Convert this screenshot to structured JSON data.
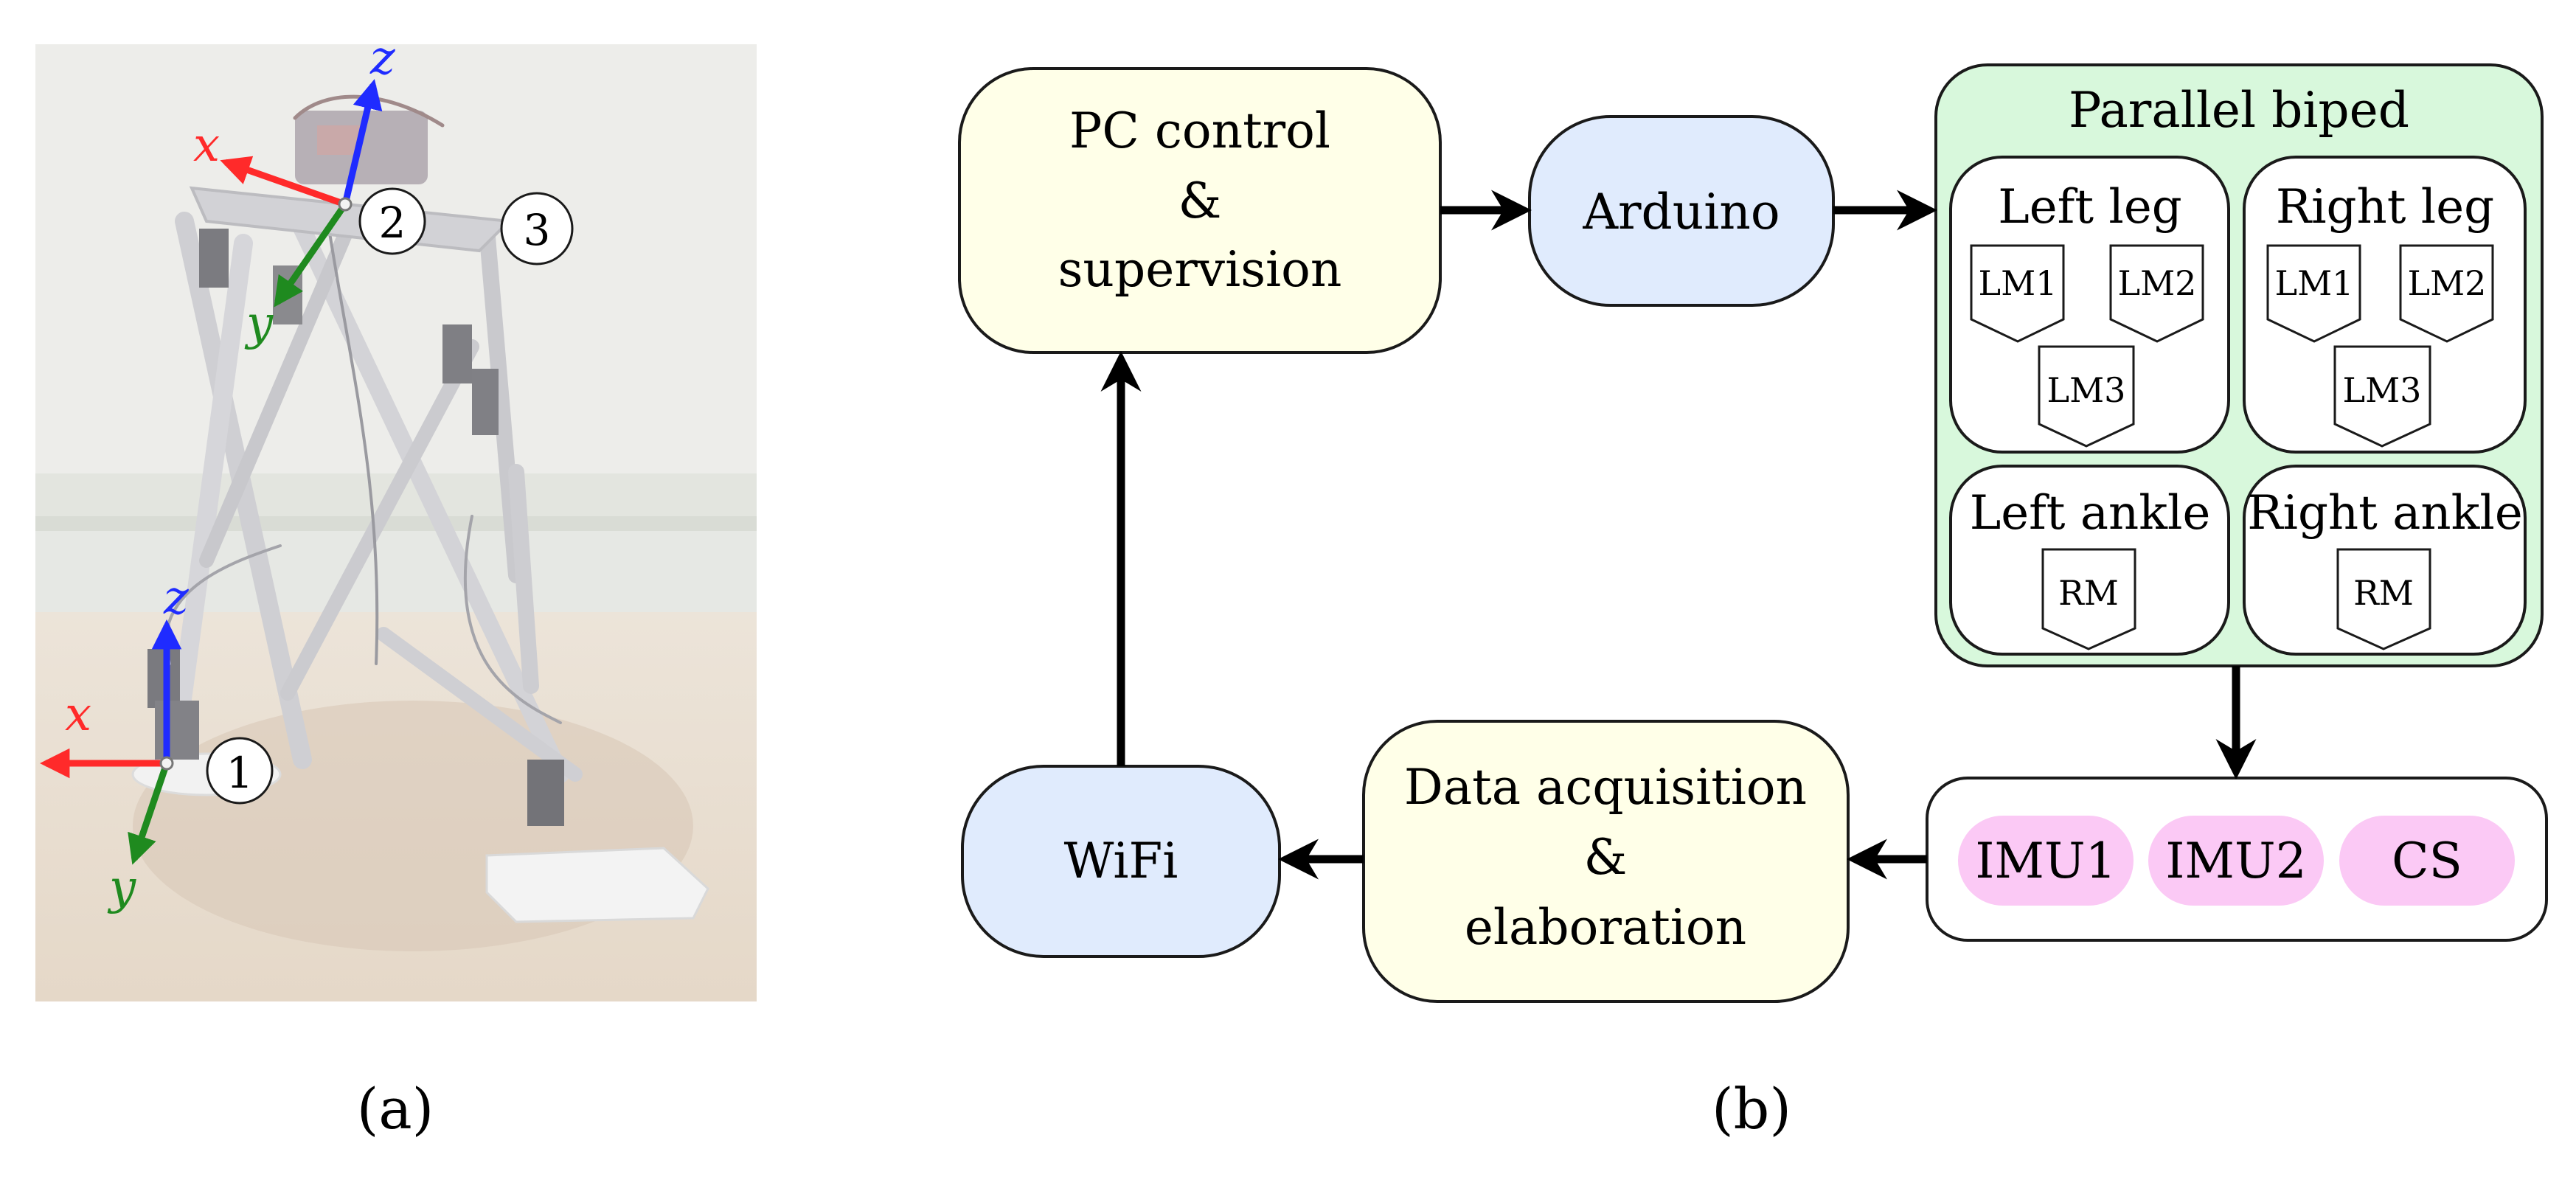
{
  "panel_a": {
    "caption": "(a)",
    "frame_base": {
      "label": "1",
      "axes": {
        "x": "x",
        "y": "y",
        "z": "z"
      }
    },
    "frame_top": {
      "label": "2",
      "axes": {
        "x": "x",
        "y": "y",
        "z": "z"
      }
    },
    "point_3": {
      "label": "3"
    },
    "colors": {
      "x_axis": "#ff2a2a",
      "y_axis": "#1f8a1f",
      "z_axis": "#1f2bff"
    }
  },
  "panel_b": {
    "caption": "(b)",
    "pc_control": {
      "lines": [
        "PC control",
        "&",
        "supervision"
      ]
    },
    "arduino": {
      "label": "Arduino"
    },
    "wifi": {
      "label": "WiFi"
    },
    "data_acq": {
      "lines": [
        "Data acquisition",
        "&",
        "elaboration"
      ]
    },
    "biped": {
      "title": "Parallel biped",
      "left_leg": {
        "title": "Left leg",
        "motors": [
          "LM1",
          "LM2",
          "LM3"
        ]
      },
      "right_leg": {
        "title": "Right leg",
        "motors": [
          "LM1",
          "LM2",
          "LM3"
        ]
      },
      "left_ankle": {
        "title": "Left ankle",
        "motor": "RM"
      },
      "right_ankle": {
        "title": "Right ankle",
        "motor": "RM"
      }
    },
    "sensors": [
      "IMU1",
      "IMU2",
      "CS"
    ],
    "colors": {
      "yellow_fill": "#ffffe8",
      "blue_fill": "#e0ebfd",
      "green_fill": "#d8f8dc",
      "pink_fill": "#fbc9f5"
    }
  }
}
